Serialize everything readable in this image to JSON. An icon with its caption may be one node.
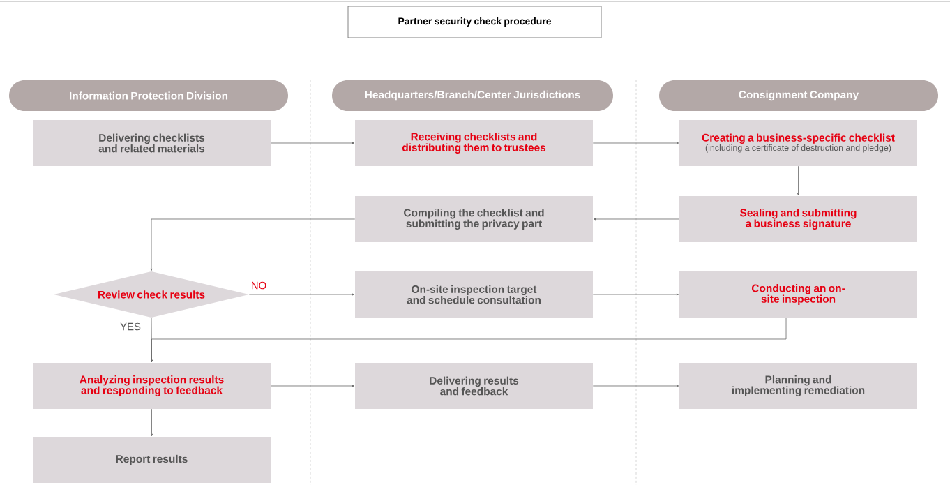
{
  "diagram": {
    "nodes": [
      {
        "text": [
          "Partner security check procedure"
        ]
      },
      {
        "text": [
          "Information Protection Division"
        ]
      },
      {
        "text": [
          "Headquarters/Branch/Center Jurisdictions"
        ]
      },
      {
        "text": [
          "Consignment Company"
        ]
      },
      {
        "text": [
          "Delivering checklists and related materials"
        ]
      },
      {
        "text": [
          "Receiving checklists and distributing them to trustees"
        ]
      },
      {
        "text": [
          "Creating a business-specific checklist",
          "(including a certificate of destruction and pledge)"
        ]
      },
      {
        "text": [
          "Compiling the checklist and submitting the privacy part"
        ]
      },
      {
        "text": [
          "Sealing and submitting a business signature"
        ]
      },
      {
        "text": [
          "Review check results"
        ]
      },
      {
        "text": [
          "On-site inspection target and schedule consultation"
        ]
      },
      {
        "text": [
          "Conducting an on-site inspection"
        ]
      },
      {
        "text": [
          "Analyzing inspection results and responding to feedback"
        ]
      },
      {
        "text": [
          "Delivering results and feedback"
        ]
      },
      {
        "text": [
          "Planning and implementing remediation"
        ]
      },
      {
        "text": [
          "Report results"
        ]
      }
    ],
    "edges": [
      {
        "from": 4,
        "to": 5,
        "arrow": "to"
      },
      {
        "from": 5,
        "to": 6,
        "arrow": "to"
      },
      {
        "from": 6,
        "to": 8,
        "arrow": "to"
      },
      {
        "from": 8,
        "to": 7,
        "arrow": "to"
      },
      {
        "from": 7,
        "to": 9,
        "arrow": "to"
      },
      {
        "from": 9,
        "to": 10,
        "arrow": "to",
        "label": "NO"
      },
      {
        "from": 9,
        "to": 12,
        "arrow": "to",
        "label": "YES"
      },
      {
        "from": 10,
        "to": 11,
        "arrow": "to"
      },
      {
        "from": 11,
        "to": 12,
        "arrow": "to"
      },
      {
        "from": 12,
        "to": 13,
        "arrow": "to"
      },
      {
        "from": 13,
        "to": 14,
        "arrow": "to"
      },
      {
        "from": 12,
        "to": 15,
        "arrow": "to"
      }
    ]
  }
}
